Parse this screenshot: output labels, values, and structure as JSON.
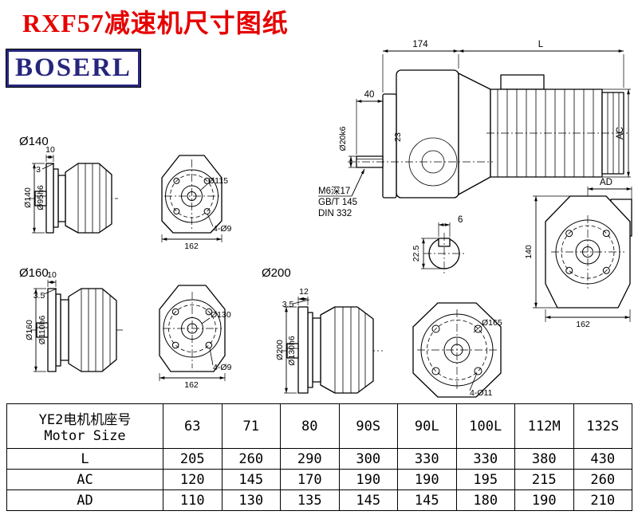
{
  "page": {
    "title": "RXF57减速机尺寸图纸",
    "logo": "BOSERL"
  },
  "colors": {
    "title": "#e60000",
    "logo": "#26267e"
  },
  "drawing": {
    "captions": {
      "v140": "Ø140",
      "v160": "Ø160",
      "v200": "Ø200"
    },
    "v140_side": {
      "flange_thickness": "10",
      "step": "3",
      "flange_dia": "Ø140",
      "spigot_dia": "Ø95h6"
    },
    "v140_front": {
      "circle_dia": "Ø115",
      "holes": "4-Ø9",
      "width": "162"
    },
    "v160_side": {
      "flange_thickness": "10",
      "step": "3.5",
      "flange_dia": "Ø160",
      "spigot_dia": "Ø110h6"
    },
    "v160_front": {
      "circle_dia": "Ø130",
      "holes": "4-Ø9",
      "width": "162"
    },
    "v200_side": {
      "flange_thickness": "12",
      "step": "3.5",
      "flange_dia": "Ø200",
      "spigot_dia": "Ø130h6"
    },
    "v200_front": {
      "circle_dia": "Ø165",
      "holes": "4-Ø11"
    },
    "main": {
      "gearbox_length": "174",
      "motor_length": "L",
      "shaft_length": "40",
      "shaft_dia": "Ø20k6",
      "dim_23": "23",
      "motor_height": "AC",
      "tap_callout_1": "M6深17",
      "tap_callout_2": "GB/T 145",
      "tap_callout_3": "DIN 332",
      "key_width": "6",
      "key_height": "22.5",
      "dim_ad": "AD",
      "flange_height": "140",
      "flange_width": "162"
    }
  },
  "table": {
    "header_line1": "YE2电机机座号",
    "header_line2": "Motor Size",
    "columns": [
      "63",
      "71",
      "80",
      "90S",
      "90L",
      "100L",
      "112M",
      "132S"
    ],
    "rows": [
      {
        "label": "L",
        "values": [
          "205",
          "260",
          "290",
          "300",
          "330",
          "330",
          "380",
          "430"
        ]
      },
      {
        "label": "AC",
        "values": [
          "120",
          "145",
          "170",
          "190",
          "190",
          "195",
          "215",
          "260"
        ]
      },
      {
        "label": "AD",
        "values": [
          "110",
          "130",
          "135",
          "145",
          "145",
          "180",
          "190",
          "210"
        ]
      }
    ]
  }
}
